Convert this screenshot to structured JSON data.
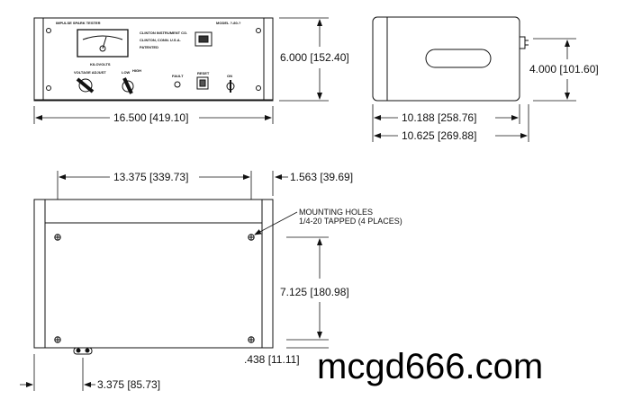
{
  "front_view": {
    "title": "IMPULSE SPARK TESTER",
    "model": "MODEL ?-80-?",
    "meter_label": "KILOVOLTS",
    "maker_lines": [
      "CLINTON INSTRUMENT CO.",
      "CLINTON, CONN. U.S.A.",
      "PATENTED"
    ],
    "knob_left_label": "VOLTAGE ADJUST",
    "knob_mid_labels": [
      "LOW",
      "HIGH"
    ],
    "control_labels": [
      "FAULT",
      "RESET",
      "ON"
    ],
    "width_dim": "16.500 [419.10]",
    "height_dim": "6.000 [152.40]"
  },
  "side_view": {
    "width_dim_inner": "10.188 [258.76]",
    "width_dim_outer": "10.625 [269.88]",
    "height_dim": "4.000 [101.60]"
  },
  "bottom_view": {
    "hole_spacing_dim": "13.375 [339.73]",
    "edge_offset_dim": "1.563 [39.69]",
    "mounting_note_line1": "MOUNTING HOLES",
    "mounting_note_line2": "1/4-20 TAPPED (4 PLACES)",
    "hole_depth_dim": "7.125 [180.98]",
    "bottom_offset_dim": ".438 [11.11]",
    "left_offset_dim": "3.375 [85.73]"
  },
  "watermark": "mcgd666.com"
}
